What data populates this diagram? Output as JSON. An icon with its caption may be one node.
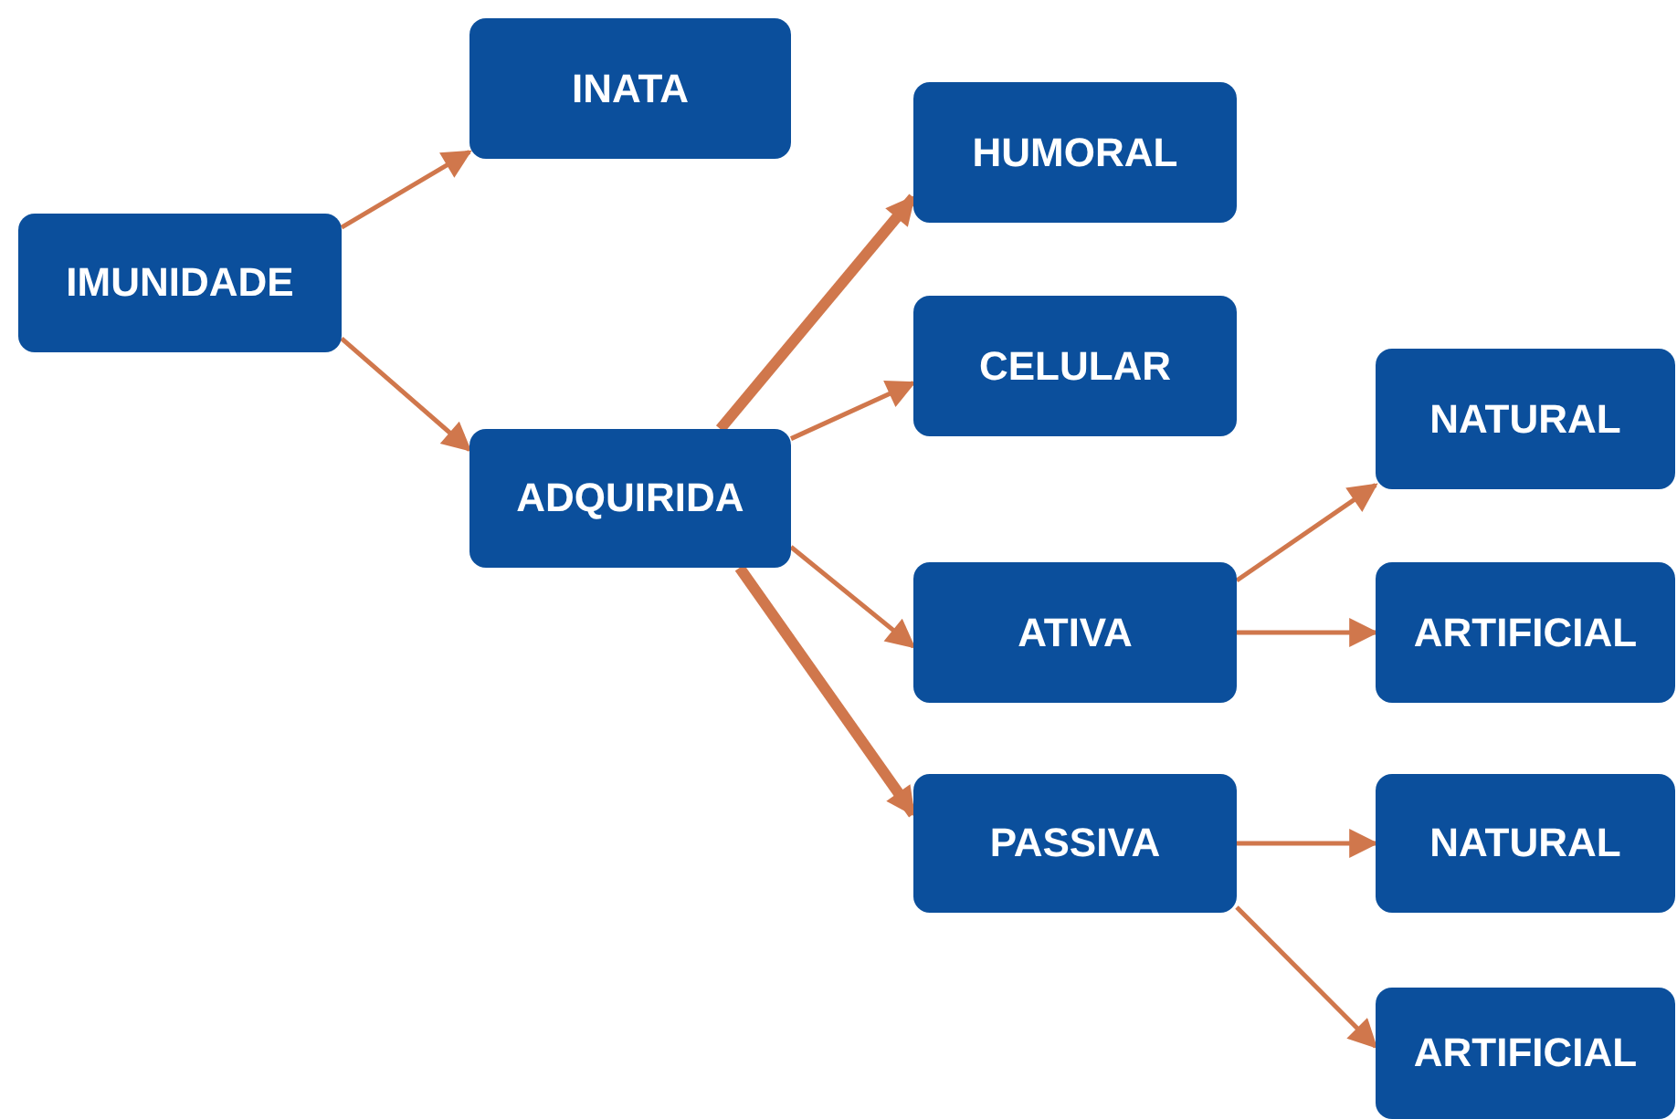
{
  "diagram": {
    "nodes": [
      {
        "text": [
          "IMUNIDADE"
        ]
      },
      {
        "text": [
          "INATA"
        ]
      },
      {
        "text": [
          "ADQUIRIDA"
        ]
      },
      {
        "text": [
          "HUMORAL"
        ]
      },
      {
        "text": [
          "CELULAR"
        ]
      },
      {
        "text": [
          "ATIVA"
        ]
      },
      {
        "text": [
          "PASSIVA"
        ]
      },
      {
        "text": [
          "NATURAL"
        ]
      },
      {
        "text": [
          "ARTIFICIAL"
        ]
      },
      {
        "text": [
          "NATURAL"
        ]
      },
      {
        "text": [
          "ARTIFICIAL"
        ]
      }
    ],
    "edges": [
      {
        "from": 0,
        "to": 1,
        "arrow": "to"
      },
      {
        "from": 0,
        "to": 2,
        "arrow": "to"
      },
      {
        "from": 2,
        "to": 3,
        "arrow": "to",
        "style": "thick"
      },
      {
        "from": 2,
        "to": 4,
        "arrow": "to"
      },
      {
        "from": 2,
        "to": 5,
        "arrow": "to"
      },
      {
        "from": 2,
        "to": 6,
        "arrow": "to",
        "style": "thick"
      },
      {
        "from": 5,
        "to": 7,
        "arrow": "to"
      },
      {
        "from": 5,
        "to": 8,
        "arrow": "to"
      },
      {
        "from": 6,
        "to": 9,
        "arrow": "to"
      },
      {
        "from": 6,
        "to": 10,
        "arrow": "to"
      }
    ]
  }
}
